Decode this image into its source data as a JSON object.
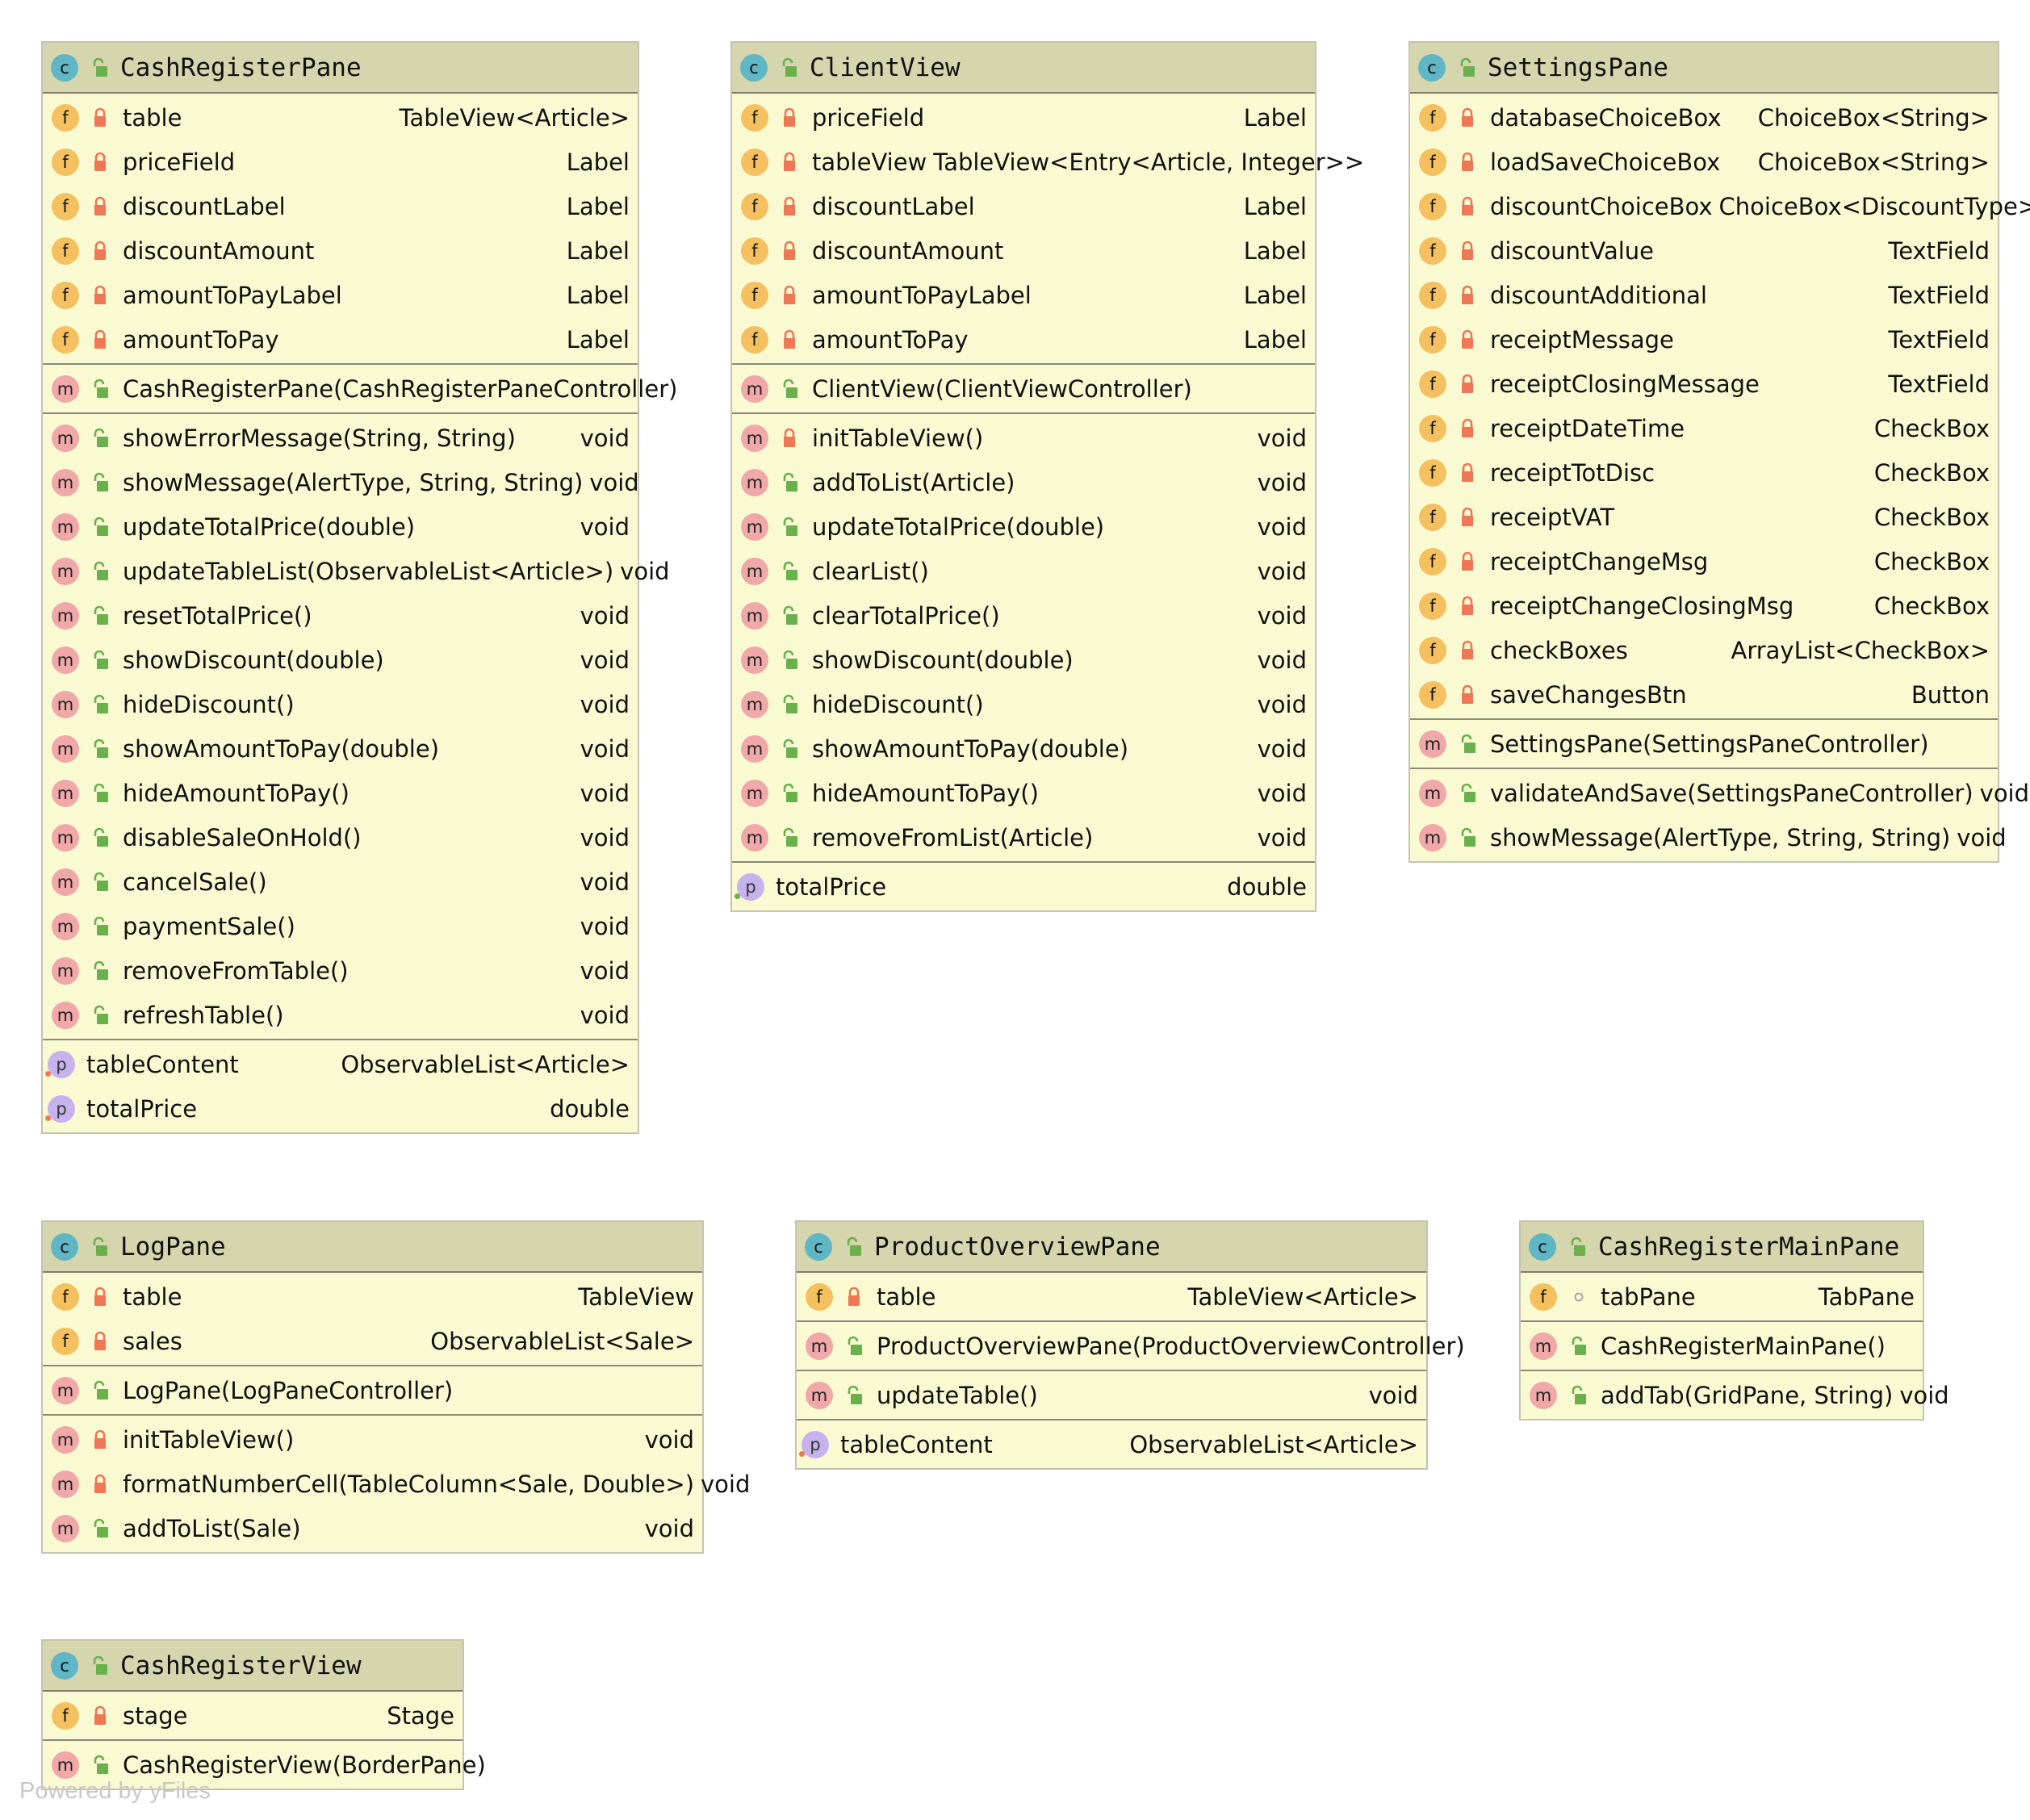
{
  "colors": {
    "box_fill": "#fafad2",
    "header_fill": "#d6d6ae",
    "class_icon": "#5fb6c4",
    "field_icon": "#f5c060",
    "method_icon": "#f0a8a8",
    "property_icon": "#c6b3ee",
    "private_lock": "#ee7755",
    "public_lock": "#6ab04c"
  },
  "watermark": "Powered by yFiles",
  "classes": [
    {
      "id": "CashRegisterPane",
      "title": "CashRegisterPane",
      "sections": [
        [
          {
            "kind": "f",
            "vis": "private",
            "name": "table",
            "type": "TableView<Article>"
          },
          {
            "kind": "f",
            "vis": "private",
            "name": "priceField",
            "type": "Label"
          },
          {
            "kind": "f",
            "vis": "private",
            "name": "discountLabel",
            "type": "Label"
          },
          {
            "kind": "f",
            "vis": "private",
            "name": "discountAmount",
            "type": "Label"
          },
          {
            "kind": "f",
            "vis": "private",
            "name": "amountToPayLabel",
            "type": "Label"
          },
          {
            "kind": "f",
            "vis": "private",
            "name": "amountToPay",
            "type": "Label"
          }
        ],
        [
          {
            "kind": "m",
            "vis": "public",
            "name": "CashRegisterPane(CashRegisterPaneController)",
            "type": ""
          }
        ],
        [
          {
            "kind": "m",
            "vis": "public",
            "name": "showErrorMessage(String, String)",
            "type": "void"
          },
          {
            "kind": "m",
            "vis": "public",
            "name": "showMessage(AlertType, String, String)",
            "type": "void"
          },
          {
            "kind": "m",
            "vis": "public",
            "name": "updateTotalPrice(double)",
            "type": "void"
          },
          {
            "kind": "m",
            "vis": "public",
            "name": "updateTableList(ObservableList<Article>)",
            "type": "void"
          },
          {
            "kind": "m",
            "vis": "public",
            "name": "resetTotalPrice()",
            "type": "void"
          },
          {
            "kind": "m",
            "vis": "public",
            "name": "showDiscount(double)",
            "type": "void"
          },
          {
            "kind": "m",
            "vis": "public",
            "name": "hideDiscount()",
            "type": "void"
          },
          {
            "kind": "m",
            "vis": "public",
            "name": "showAmountToPay(double)",
            "type": "void"
          },
          {
            "kind": "m",
            "vis": "public",
            "name": "hideAmountToPay()",
            "type": "void"
          },
          {
            "kind": "m",
            "vis": "public",
            "name": "disableSaleOnHold()",
            "type": "void"
          },
          {
            "kind": "m",
            "vis": "public",
            "name": "cancelSale()",
            "type": "void"
          },
          {
            "kind": "m",
            "vis": "public",
            "name": "paymentSale()",
            "type": "void"
          },
          {
            "kind": "m",
            "vis": "public",
            "name": "removeFromTable()",
            "type": "void"
          },
          {
            "kind": "m",
            "vis": "public",
            "name": "refreshTable()",
            "type": "void"
          }
        ],
        [
          {
            "kind": "p",
            "vis": "getter",
            "name": "tableContent",
            "type": "ObservableList<Article>"
          },
          {
            "kind": "p",
            "vis": "getter",
            "name": "totalPrice",
            "type": "double"
          }
        ]
      ]
    },
    {
      "id": "ClientView",
      "title": "ClientView",
      "sections": [
        [
          {
            "kind": "f",
            "vis": "private",
            "name": "priceField",
            "type": "Label"
          },
          {
            "kind": "f",
            "vis": "private",
            "name": "tableView",
            "type": "TableView<Entry<Article, Integer>>"
          },
          {
            "kind": "f",
            "vis": "private",
            "name": "discountLabel",
            "type": "Label"
          },
          {
            "kind": "f",
            "vis": "private",
            "name": "discountAmount",
            "type": "Label"
          },
          {
            "kind": "f",
            "vis": "private",
            "name": "amountToPayLabel",
            "type": "Label"
          },
          {
            "kind": "f",
            "vis": "private",
            "name": "amountToPay",
            "type": "Label"
          }
        ],
        [
          {
            "kind": "m",
            "vis": "public",
            "name": "ClientView(ClientViewController)",
            "type": ""
          }
        ],
        [
          {
            "kind": "m",
            "vis": "private",
            "name": "initTableView()",
            "type": "void"
          },
          {
            "kind": "m",
            "vis": "public",
            "name": "addToList(Article)",
            "type": "void"
          },
          {
            "kind": "m",
            "vis": "public",
            "name": "updateTotalPrice(double)",
            "type": "void"
          },
          {
            "kind": "m",
            "vis": "public",
            "name": "clearList()",
            "type": "void"
          },
          {
            "kind": "m",
            "vis": "public",
            "name": "clearTotalPrice()",
            "type": "void"
          },
          {
            "kind": "m",
            "vis": "public",
            "name": "showDiscount(double)",
            "type": "void"
          },
          {
            "kind": "m",
            "vis": "public",
            "name": "hideDiscount()",
            "type": "void"
          },
          {
            "kind": "m",
            "vis": "public",
            "name": "showAmountToPay(double)",
            "type": "void"
          },
          {
            "kind": "m",
            "vis": "public",
            "name": "hideAmountToPay()",
            "type": "void"
          },
          {
            "kind": "m",
            "vis": "public",
            "name": "removeFromList(Article)",
            "type": "void"
          }
        ],
        [
          {
            "kind": "p",
            "vis": "setter",
            "name": "totalPrice",
            "type": "double"
          }
        ]
      ]
    },
    {
      "id": "SettingsPane",
      "title": "SettingsPane",
      "sections": [
        [
          {
            "kind": "f",
            "vis": "private",
            "name": "databaseChoiceBox",
            "type": "ChoiceBox<String>"
          },
          {
            "kind": "f",
            "vis": "private",
            "name": "loadSaveChoiceBox",
            "type": "ChoiceBox<String>"
          },
          {
            "kind": "f",
            "vis": "private",
            "name": "discountChoiceBox",
            "type": "ChoiceBox<DiscountType>"
          },
          {
            "kind": "f",
            "vis": "private",
            "name": "discountValue",
            "type": "TextField"
          },
          {
            "kind": "f",
            "vis": "private",
            "name": "discountAdditional",
            "type": "TextField"
          },
          {
            "kind": "f",
            "vis": "private",
            "name": "receiptMessage",
            "type": "TextField"
          },
          {
            "kind": "f",
            "vis": "private",
            "name": "receiptClosingMessage",
            "type": "TextField"
          },
          {
            "kind": "f",
            "vis": "private",
            "name": "receiptDateTime",
            "type": "CheckBox"
          },
          {
            "kind": "f",
            "vis": "private",
            "name": "receiptTotDisc",
            "type": "CheckBox"
          },
          {
            "kind": "f",
            "vis": "private",
            "name": "receiptVAT",
            "type": "CheckBox"
          },
          {
            "kind": "f",
            "vis": "private",
            "name": "receiptChangeMsg",
            "type": "CheckBox"
          },
          {
            "kind": "f",
            "vis": "private",
            "name": "receiptChangeClosingMsg",
            "type": "CheckBox"
          },
          {
            "kind": "f",
            "vis": "private",
            "name": "checkBoxes",
            "type": "ArrayList<CheckBox>"
          },
          {
            "kind": "f",
            "vis": "private",
            "name": "saveChangesBtn",
            "type": "Button"
          }
        ],
        [
          {
            "kind": "m",
            "vis": "public",
            "name": "SettingsPane(SettingsPaneController)",
            "type": ""
          }
        ],
        [
          {
            "kind": "m",
            "vis": "public",
            "name": "validateAndSave(SettingsPaneController)",
            "type": "void"
          },
          {
            "kind": "m",
            "vis": "public",
            "name": "showMessage(AlertType, String, String)",
            "type": "void"
          }
        ]
      ]
    },
    {
      "id": "LogPane",
      "title": "LogPane",
      "sections": [
        [
          {
            "kind": "f",
            "vis": "private",
            "name": "table",
            "type": "TableView"
          },
          {
            "kind": "f",
            "vis": "private",
            "name": "sales",
            "type": "ObservableList<Sale>"
          }
        ],
        [
          {
            "kind": "m",
            "vis": "public",
            "name": "LogPane(LogPaneController)",
            "type": ""
          }
        ],
        [
          {
            "kind": "m",
            "vis": "private",
            "name": "initTableView()",
            "type": "void"
          },
          {
            "kind": "m",
            "vis": "private",
            "name": "formatNumberCell(TableColumn<Sale, Double>)",
            "type": "void"
          },
          {
            "kind": "m",
            "vis": "public",
            "name": "addToList(Sale)",
            "type": "void"
          }
        ]
      ]
    },
    {
      "id": "ProductOverviewPane",
      "title": "ProductOverviewPane",
      "sections": [
        [
          {
            "kind": "f",
            "vis": "private",
            "name": "table",
            "type": "TableView<Article>"
          }
        ],
        [
          {
            "kind": "m",
            "vis": "public",
            "name": "ProductOverviewPane(ProductOverviewController)",
            "type": ""
          }
        ],
        [
          {
            "kind": "m",
            "vis": "public",
            "name": "updateTable()",
            "type": "void"
          }
        ],
        [
          {
            "kind": "p",
            "vis": "getter",
            "name": "tableContent",
            "type": "ObservableList<Article>"
          }
        ]
      ]
    },
    {
      "id": "CashRegisterMainPane",
      "title": "CashRegisterMainPane",
      "sections": [
        [
          {
            "kind": "f",
            "vis": "package",
            "name": "tabPane",
            "type": "TabPane"
          }
        ],
        [
          {
            "kind": "m",
            "vis": "public",
            "name": "CashRegisterMainPane()",
            "type": ""
          }
        ],
        [
          {
            "kind": "m",
            "vis": "public",
            "name": "addTab(GridPane, String)",
            "type": "void"
          }
        ]
      ]
    },
    {
      "id": "CashRegisterView",
      "title": "CashRegisterView",
      "sections": [
        [
          {
            "kind": "f",
            "vis": "private",
            "name": "stage",
            "type": "Stage"
          }
        ],
        [
          {
            "kind": "m",
            "vis": "public",
            "name": "CashRegisterView(BorderPane)",
            "type": ""
          }
        ]
      ]
    }
  ]
}
